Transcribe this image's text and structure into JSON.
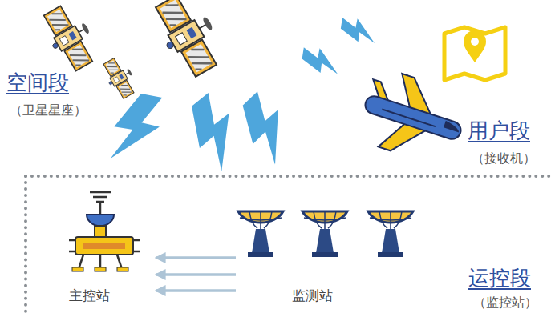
{
  "diagram": {
    "nodes": [
      {
        "text": [
          "运控段",
          "（监控站）"
        ]
      },
      {
        "text": [
          "主控站"
        ],
        "in": 0
      },
      {
        "text": [
          "监测站"
        ],
        "in": 0
      }
    ],
    "edges": [
      {
        "from": 2,
        "to": 1,
        "arrow": "to"
      },
      {
        "from": 2,
        "to": 1,
        "arrow": "to"
      },
      {
        "from": 2,
        "to": 1,
        "arrow": "to"
      }
    ],
    "labels": [
      "空间段",
      "（卫星星座）",
      "用户段",
      "（接收机）"
    ]
  }
}
